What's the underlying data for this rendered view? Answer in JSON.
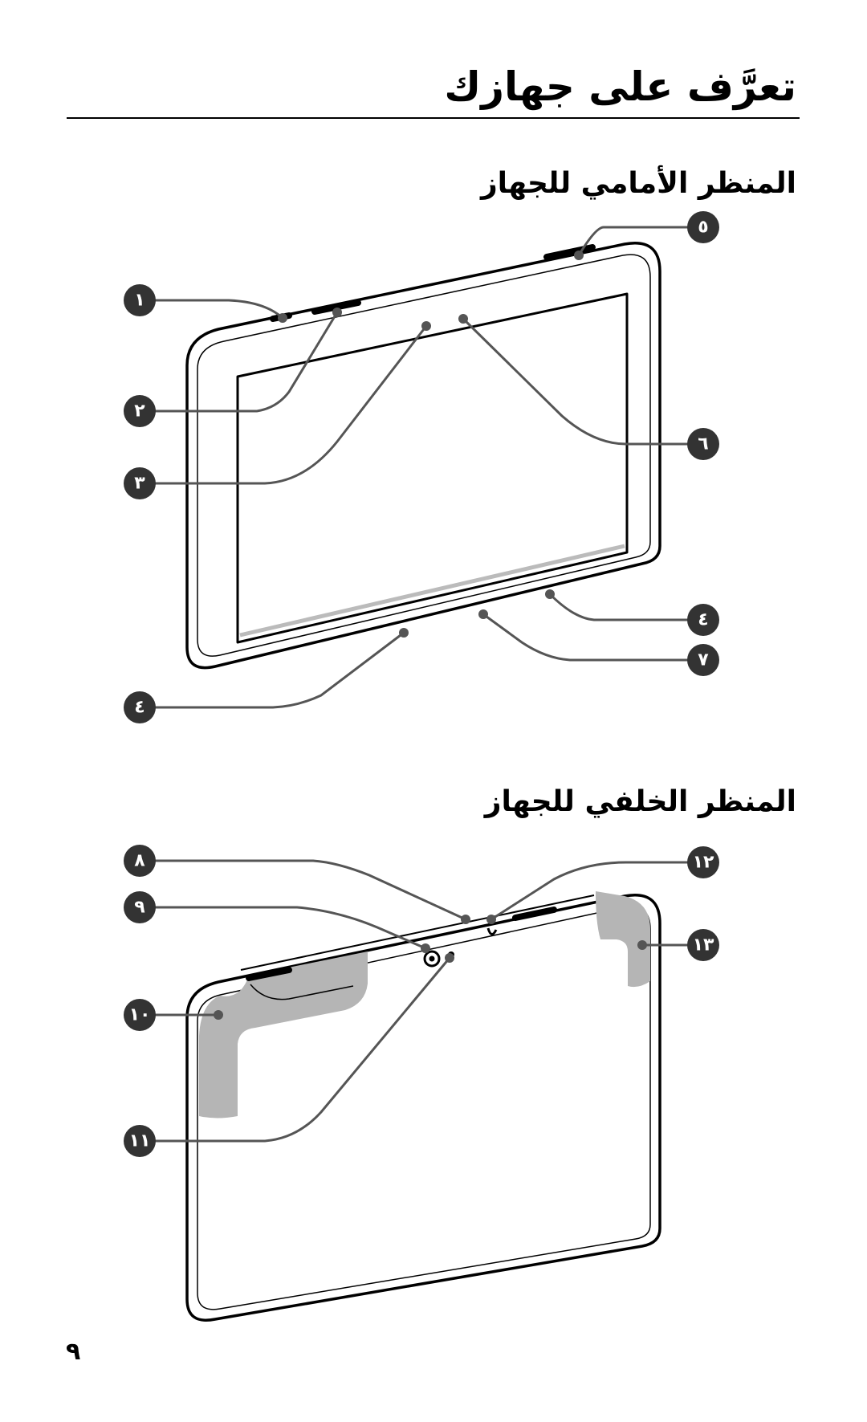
{
  "header": {
    "title": "تعرَّف على جهازك"
  },
  "sections": {
    "front": {
      "title": "المنظر الأمامي للجهاز"
    },
    "back": {
      "title": "المنظر الخلفي للجهاز"
    }
  },
  "callouts": {
    "front": [
      "١",
      "٢",
      "٣",
      "٤",
      "٤",
      "٥",
      "٦",
      "٧"
    ],
    "back": [
      "٨",
      "٩",
      "١٠",
      "١١",
      "١٢",
      "١٣"
    ]
  },
  "footer": {
    "page_number": "٩"
  }
}
